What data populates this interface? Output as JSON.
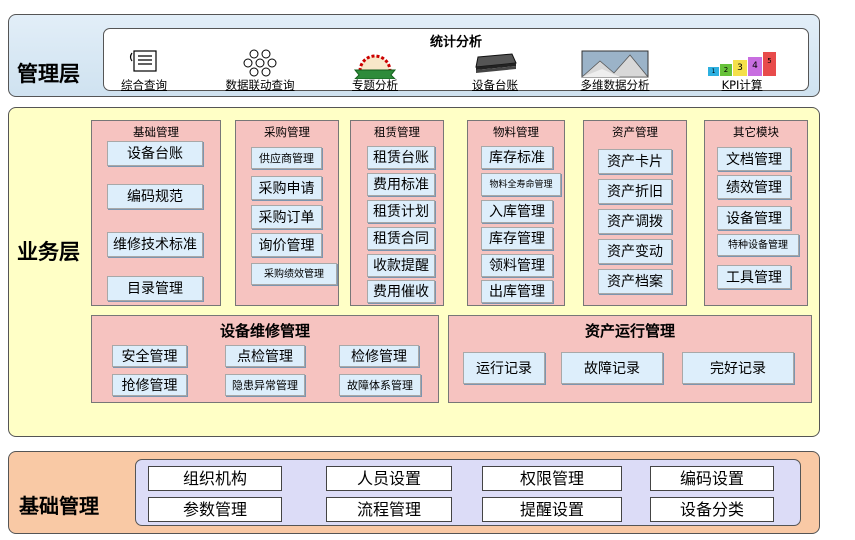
{
  "management": {
    "title": "管理层",
    "panel_title": "统计分析",
    "items": [
      {
        "label": "综合查询",
        "icon": "document-query-icon"
      },
      {
        "label": "数据联动查询",
        "icon": "linked-circles-icon"
      },
      {
        "label": "专题分析",
        "icon": "topic-dome-icon"
      },
      {
        "label": "设备台账",
        "icon": "ledger-stack-icon"
      },
      {
        "label": "多维数据分析",
        "icon": "multidimensional-chart-icon"
      },
      {
        "label": "KPI计算",
        "icon": "kpi-blocks-icon"
      }
    ],
    "kpi_block_labels": [
      "1",
      "2",
      "3",
      "4",
      "5"
    ]
  },
  "business": {
    "title": "业务层",
    "modules": [
      {
        "title": "基础管理",
        "items": [
          "设备台账",
          "编码规范",
          "维修技术标准",
          "目录管理"
        ]
      },
      {
        "title": "采购管理",
        "items": [
          "供应商管理",
          "采购申请",
          "采购订单",
          "询价管理",
          "采购绩效管理"
        ]
      },
      {
        "title": "租赁管理",
        "items": [
          "租赁台账",
          "费用标准",
          "租赁计划",
          "租赁合同",
          "收款提醒",
          "费用催收"
        ]
      },
      {
        "title": "物料管理",
        "items": [
          "库存标准",
          "物料全寿命管理",
          "入库管理",
          "库存管理",
          "领料管理",
          "出库管理"
        ]
      },
      {
        "title": "资产管理",
        "items": [
          "资产卡片",
          "资产折旧",
          "资产调拨",
          "资产变动",
          "资产档案"
        ]
      },
      {
        "title": "其它模块",
        "items": [
          "文档管理",
          "绩效管理",
          "设备管理",
          "特种设备管理",
          "工具管理"
        ]
      }
    ],
    "maintenance": {
      "title": "设备维修管理",
      "items": [
        "安全管理",
        "点检管理",
        "检修管理",
        "抢修管理",
        "隐患异常管理",
        "故障体系管理"
      ]
    },
    "operation": {
      "title": "资产运行管理",
      "items": [
        "运行记录",
        "故障记录",
        "完好记录"
      ]
    }
  },
  "base": {
    "title": "基础管理",
    "items": [
      "组织机构",
      "人员设置",
      "权限管理",
      "编码设置",
      "参数管理",
      "流程管理",
      "提醒设置",
      "设备分类"
    ]
  },
  "colors": {
    "management_bg": "#d6e7f3",
    "business_bg": "#ffffc6",
    "module_bg": "#f6c3c0",
    "button_bg": "#ddeefb",
    "base_bg": "#f9c9a5",
    "base_inner_bg": "#dcdcf7"
  }
}
